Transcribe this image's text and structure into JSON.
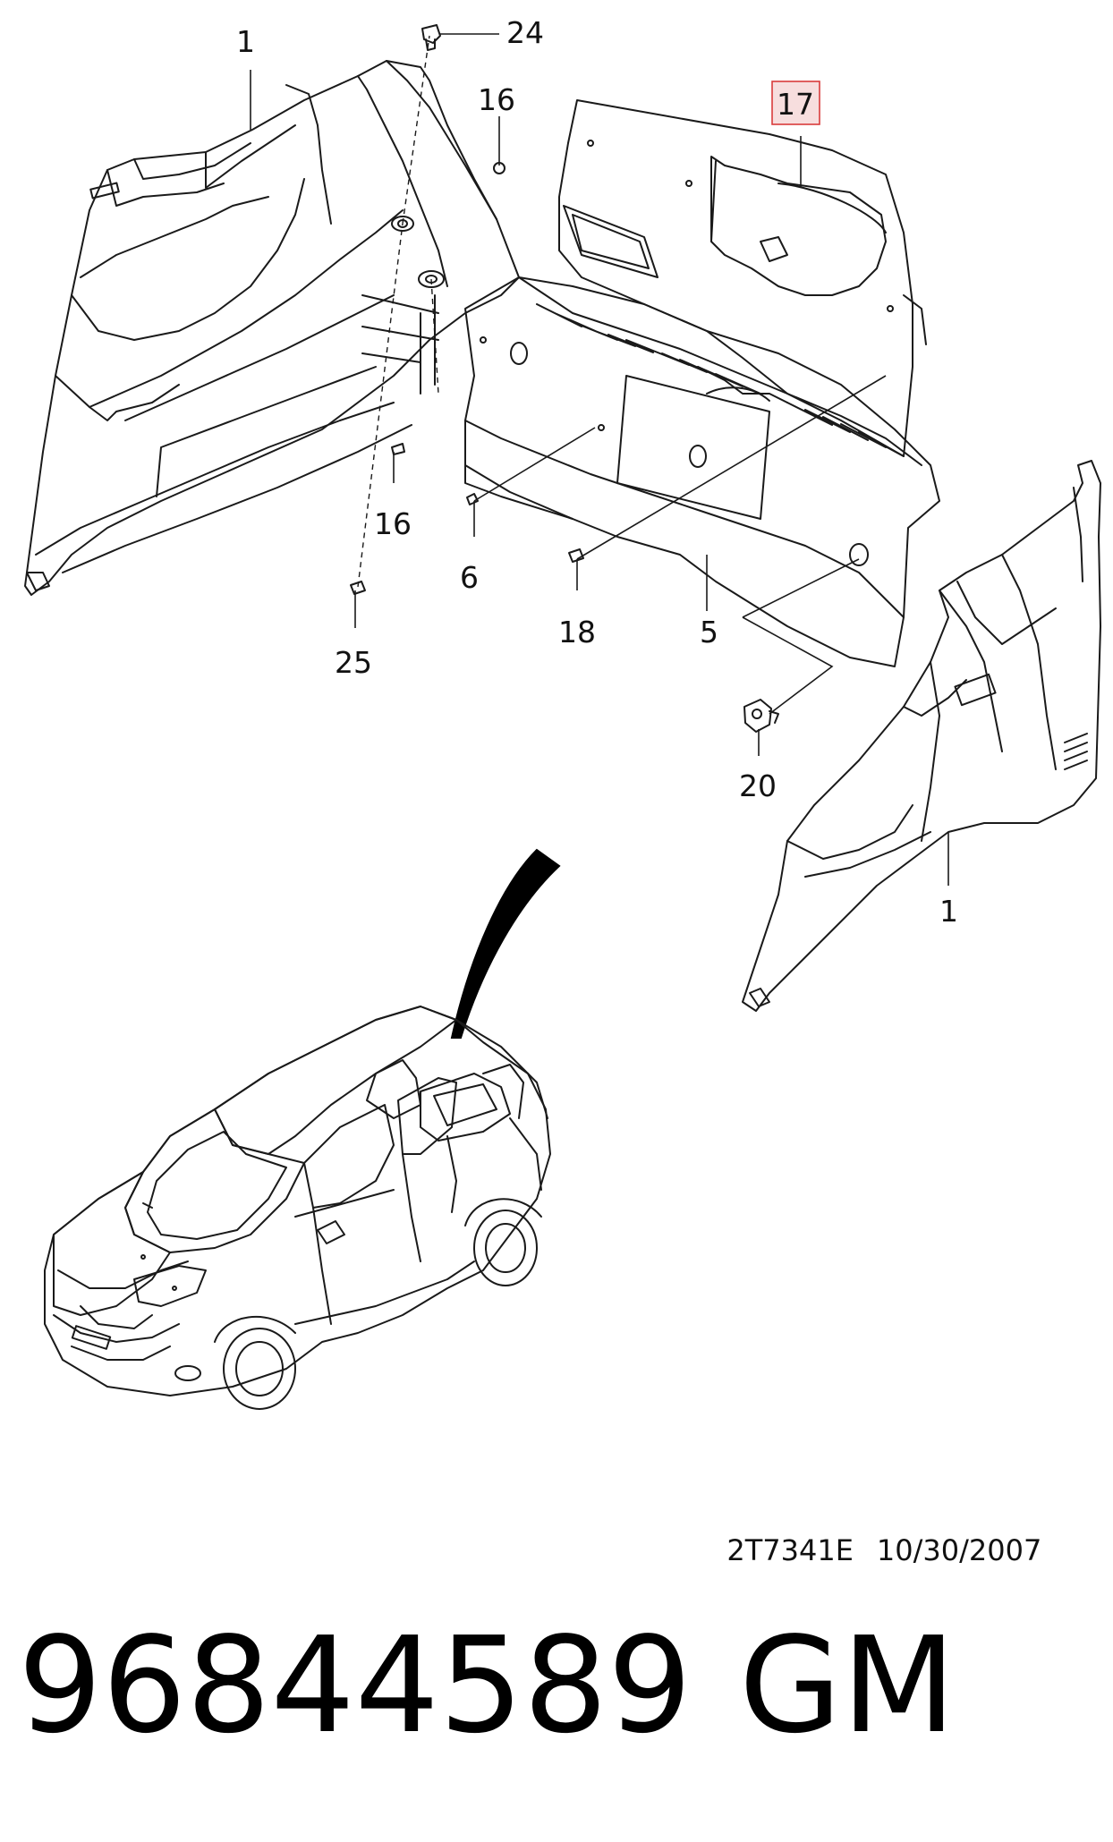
{
  "callouts": {
    "c1_top": "1",
    "c24": "24",
    "c16_top": "16",
    "c17": "17",
    "c16_mid": "16",
    "c6": "6",
    "c18": "18",
    "c5": "5",
    "c25": "25",
    "c20": "20",
    "c1_right": "1"
  },
  "highlight_color": "#d93b3b",
  "highlight_fill": "#f7dede",
  "drawing_ref": {
    "code": "2T7341E",
    "date": "10/30/2007"
  },
  "footer": {
    "part_number": "96844589",
    "brand": "GM"
  }
}
